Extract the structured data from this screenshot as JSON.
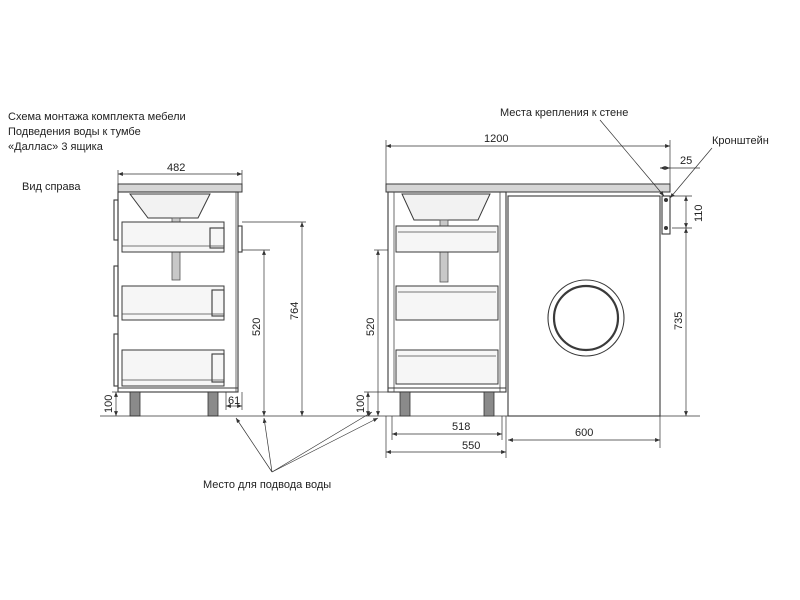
{
  "title_lines": [
    "Схема монтажа комплекта мебели",
    "Подведения воды к тумбе",
    "«Даллас» 3 ящика"
  ],
  "side_view_label": "Вид справа",
  "callouts": {
    "wall_mount": "Места крепления к стене",
    "bracket": "Кронштейн",
    "water_supply": "Место для подвода воды"
  },
  "dimensions": {
    "side_width": "482",
    "side_water_height": "520",
    "side_total_height": "764",
    "side_leg_height": "100",
    "side_water_offset": "61",
    "front_total_width": "1200",
    "front_bracket_offset": "25",
    "front_bracket_height": "110",
    "front_machine_height": "735",
    "front_water_height": "520",
    "front_leg_height": "100",
    "front_inner_width": "518",
    "front_cabinet_width": "550",
    "front_machine_width": "600"
  }
}
